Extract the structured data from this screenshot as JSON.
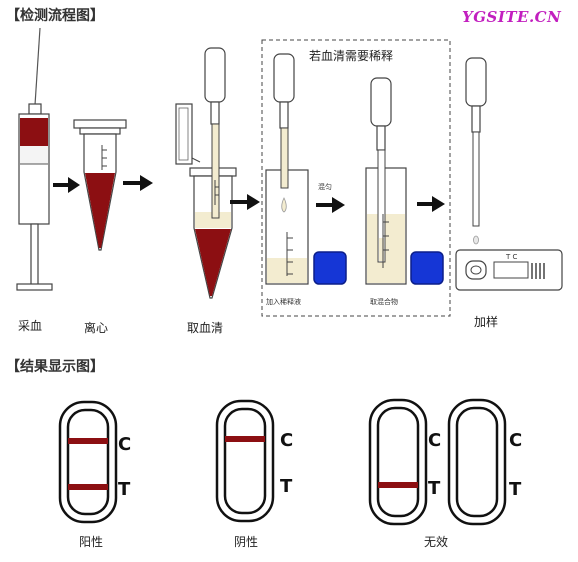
{
  "watermark": "YGSITE.CN",
  "process": {
    "header": "【检测流程图】",
    "dilution_box_label": "若血清需要稀释",
    "mix_label": "混匀",
    "add_diluent_label": "加入稀释液",
    "take_mixture_label": "取混合物",
    "steps": [
      "采血",
      "离心",
      "取血清",
      "加样"
    ],
    "cassette_marks": "T C"
  },
  "results": {
    "header": "【结果显示图】",
    "labels": [
      "阳性",
      "阴性",
      "无效"
    ],
    "line_c": "C",
    "line_t": "T"
  }
}
